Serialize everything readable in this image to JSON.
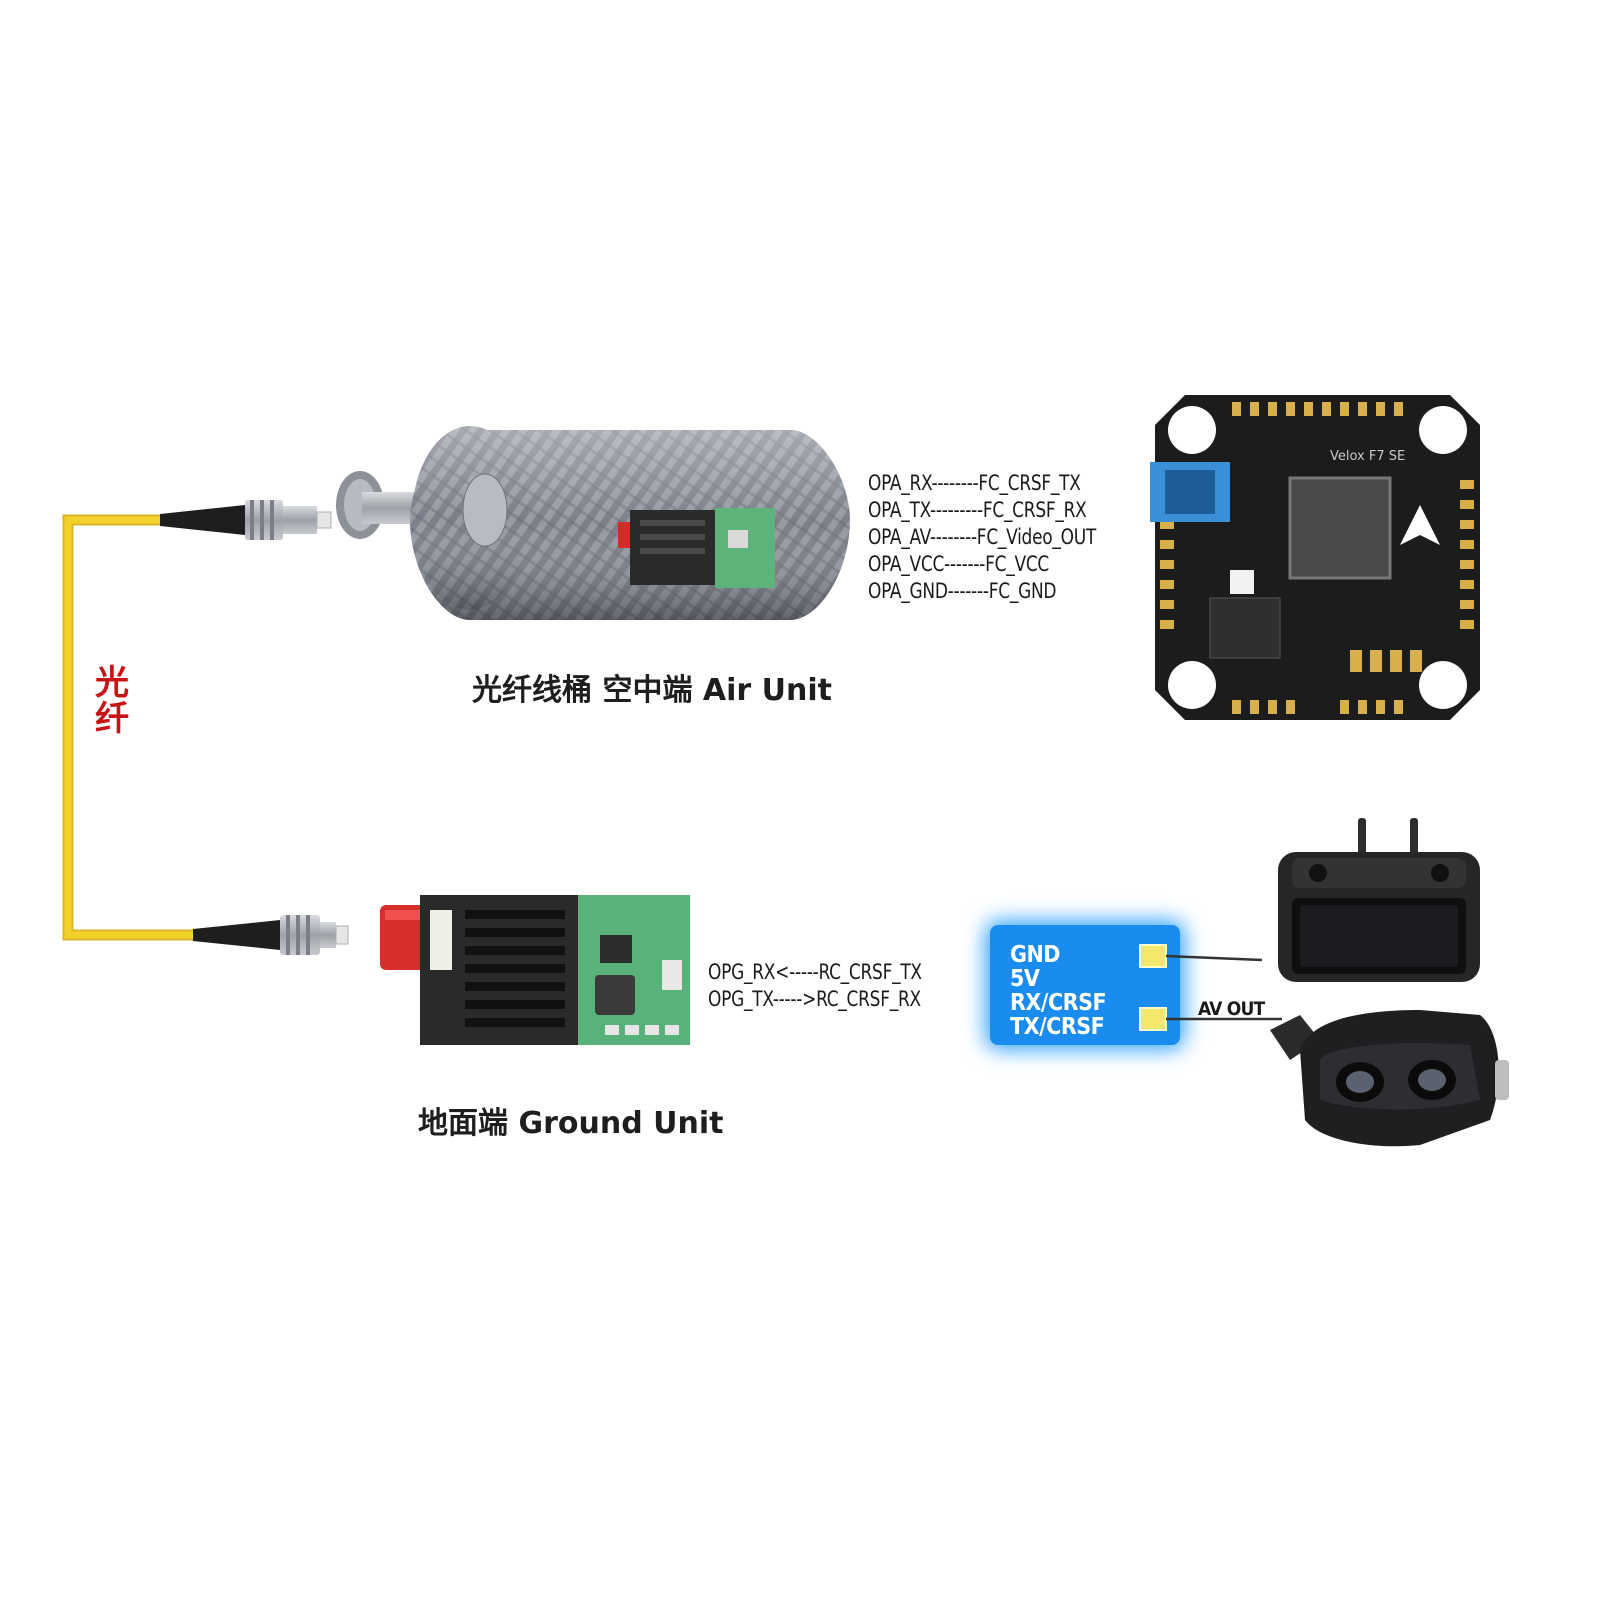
{
  "fiber": {
    "label": "光纤",
    "color": "#f2d22a"
  },
  "air_unit": {
    "title": "光纤线桶 空中端  Air Unit",
    "wiring": [
      "OPA_RX--------FC_CRSF_TX",
      "OPA_TX---------FC_CRSF_RX",
      "OPA_AV--------FC_Video_OUT",
      "OPA_VCC-------FC_VCC",
      "OPA_GND-------FC_GND"
    ]
  },
  "flight_controller": {
    "board_text": "Velox F7 SE"
  },
  "ground_unit": {
    "title": "地面端 Ground Unit",
    "wiring": [
      "OPG_RX<-----RC_CRSF_TX",
      "OPG_TX----->RC_CRSF_RX"
    ]
  },
  "module": {
    "pins": [
      "GND",
      "5V",
      "RX/CRSF",
      "TX/CRSF"
    ],
    "av_out_label": "AV OUT",
    "color": "#1a8cf0"
  }
}
